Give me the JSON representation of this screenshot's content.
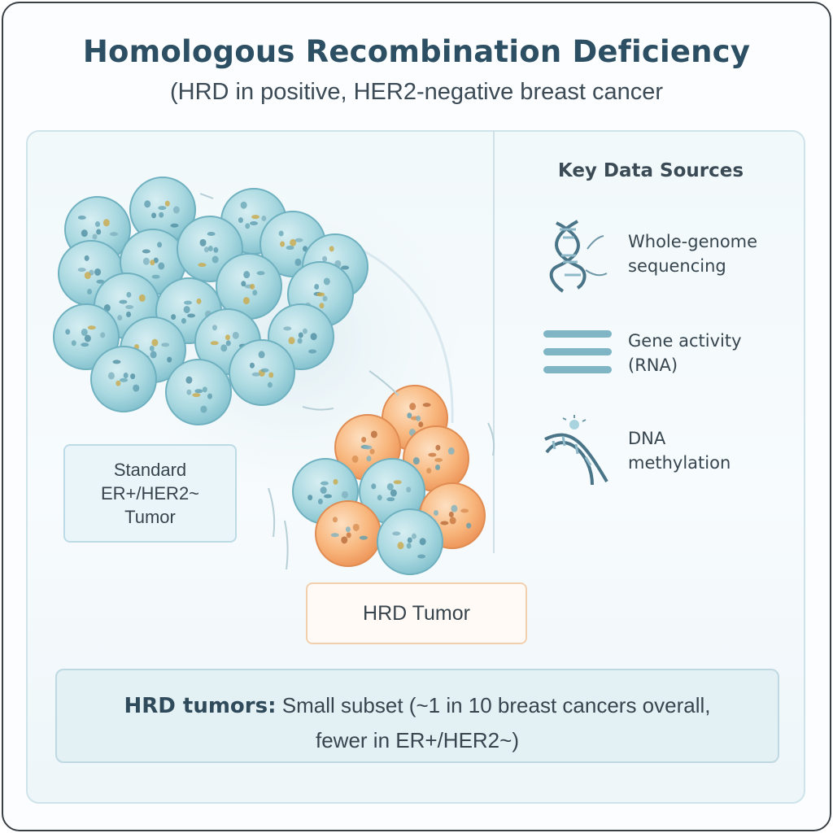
{
  "header": {
    "title": "Homologous Recombination Deficiency",
    "subtitle": "(HRD in positive, HER2-negative breast cancer"
  },
  "tumors": {
    "standard": {
      "label_lines": [
        "Standard",
        "ER+/HER2~",
        "Tumor"
      ]
    },
    "hrd": {
      "label": "HRD Tumor"
    }
  },
  "sources": {
    "title": "Key Data Sources",
    "items": [
      {
        "icon": "dna-helix-icon",
        "lines": [
          "Whole-genome",
          "sequencing"
        ]
      },
      {
        "icon": "gene-bars-icon",
        "lines": [
          "Gene activity",
          "(RNA)"
        ]
      },
      {
        "icon": "dna-methylation-icon",
        "lines": [
          "DNA",
          "methylation"
        ]
      }
    ]
  },
  "summary": {
    "lead": "HRD tumors:",
    "line1": "Small subset (~1 in 10 breast cancers overall,",
    "line2": "fewer in ER+/HER2~)"
  },
  "colors": {
    "title": "#2c4f63",
    "teal_cell": "#9fd3dc",
    "orange_cell": "#f7b277",
    "panel_border": "#cfe3ea"
  }
}
